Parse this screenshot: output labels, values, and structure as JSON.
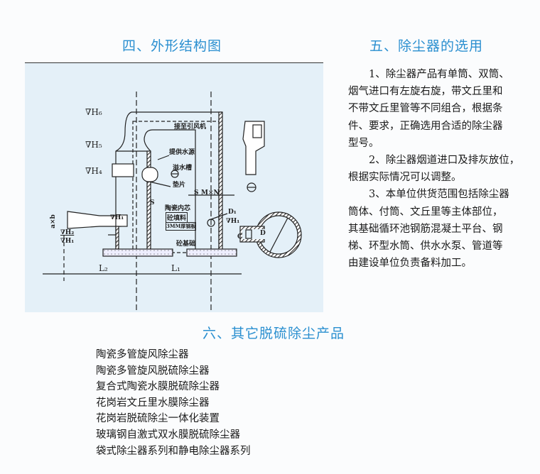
{
  "sections": {
    "structure_title": "四、外形结构图",
    "selection_title": "五、除尘器的选用",
    "other_title": "六、其它脱硫除尘产品"
  },
  "diagram_labels": {
    "h6": "∇H₆",
    "h5": "∇H₅",
    "h4": "∇H₄",
    "to_fan": "接至引风机",
    "water_supply": "提供水源",
    "overflow": "溢水槽",
    "gasket": "垫片",
    "ceramic_core": "陶瓷内芯",
    "concrete_fill": "砼填料",
    "steel_plate": "3MM厚钢板",
    "foundation": "砼基础",
    "s": "S",
    "mxn": "M×N",
    "d1": "D₁",
    "h1": "∇H₁",
    "d": "D",
    "h2": "∇H₂",
    "h1b": "∇H₁",
    "axb": "a×b",
    "l1": "L₁",
    "l2": "L₂",
    "c": "C"
  },
  "selection_paragraph_lines": [
    "　　1、除尘器产品有单筒、双筒、",
    "烟气进口有左旋右旋，带文丘里和",
    "不带文丘里管等不同组合，根据条",
    "件、要求，正确选用合适的除尘器",
    "型号。",
    "　　2、除尘器烟道进口及排灰放位，",
    "根据实际情况可以调整。",
    "　　3、本单位供货范围包括除尘器",
    "筒体、付筒、文丘里等主体部位，",
    "其基础循环池钢筋混凝土平台、钢",
    "梯、环型水筒、供水水泵、管道等",
    "由建设单位负责备料加工。"
  ],
  "other_products": [
    "陶瓷多管旋风除尘器",
    "陶瓷多管旋风脱硫除尘器",
    "复合式陶瓷水膜脱硫除尘器",
    "花岗岩文丘里水膜除尘器",
    "花岗岩脱硫除尘一体化装置",
    "玻璃钢自激式双水膜脱硫除尘器",
    "袋式除尘器系列和静电除尘器系列"
  ],
  "colors": {
    "title": "#2a8fd0",
    "diagram_bg": "#e4f0f8"
  }
}
